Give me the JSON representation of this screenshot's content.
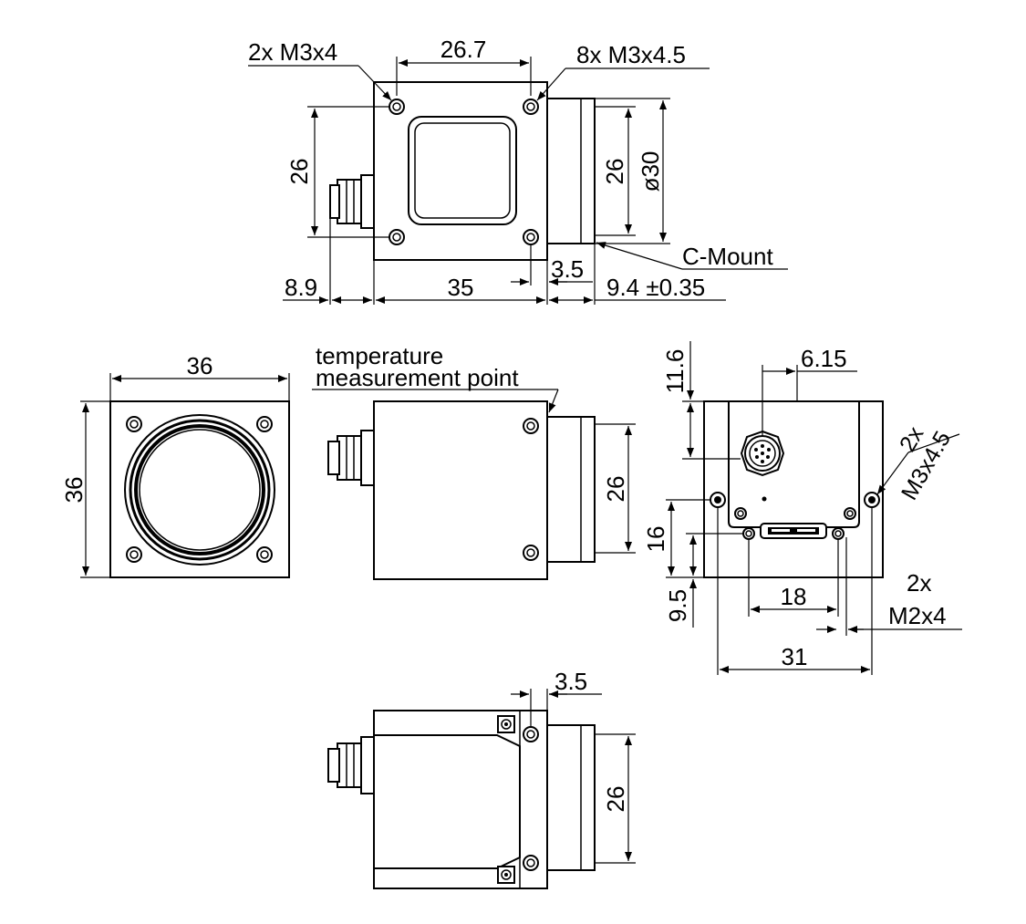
{
  "diagram": {
    "top_view": {
      "callout_left": "2x M3x4",
      "dim_top": "26.7",
      "callout_right": "8x M3x4.5",
      "dim_left_vertical": "26",
      "dim_right_inner": "26",
      "dim_right_diameter": "ø30",
      "callout_mount": "C-Mount",
      "dim_flange": "3.5",
      "dim_connector": "8.9",
      "dim_body": "35",
      "dim_thread": "9.4 ±0.35"
    },
    "front_view": {
      "dim_width": "36",
      "dim_height": "36"
    },
    "side_view": {
      "label_line1": "temperature",
      "label_line2": "measurement point",
      "dim_vertical": "26"
    },
    "back_view": {
      "dim_top_height": "11.6",
      "dim_offset": "6.15",
      "callout_qty": "2x",
      "callout_thread": "M3x4.5",
      "dim_hole_height": "16",
      "dim_low_height": "9.5",
      "dim_inner_width": "18",
      "callout_small_qty": "2x",
      "callout_small_thread": "M2x4",
      "dim_outer_width": "31"
    },
    "bottom_view": {
      "dim_flange": "3.5",
      "dim_vertical": "26"
    }
  }
}
